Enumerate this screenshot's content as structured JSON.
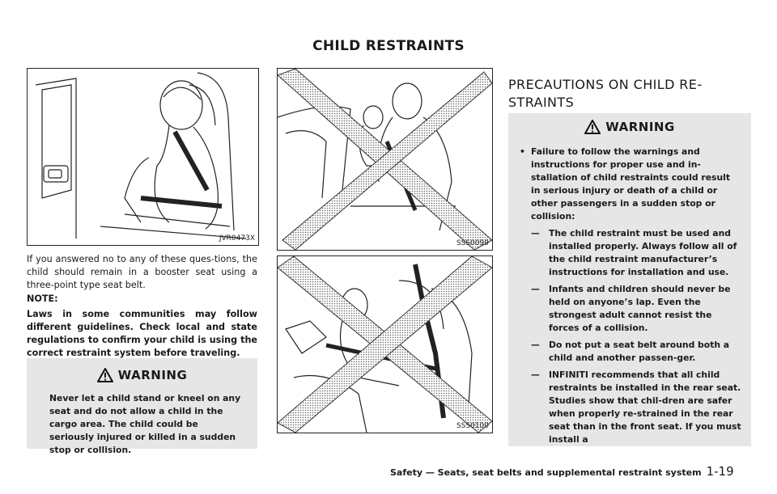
{
  "section_title": "CHILD RESTRAINTS",
  "figures": {
    "fig1_code": "JVR0473X",
    "fig2_code": "SSS0099",
    "fig3_code": "SSS0100"
  },
  "left": {
    "para1": "If you answered no to any of these ques-tions, the child should remain in a booster seat using a three-point type seat belt.",
    "note_label": "NOTE:",
    "note_text": "Laws in some communities may follow different guidelines. Check local and state regulations to confirm your child is using the correct restraint system before traveling.",
    "warning_title": "WARNING",
    "warning_text": "Never let a child stand or kneel on any seat and do not allow a child in the cargo area. The child could be seriously injured or killed in a sudden stop or collision."
  },
  "right": {
    "heading": "PRECAUTIONS ON CHILD RE-STRAINTS",
    "warning_title": "WARNING",
    "bullet": "Failure to follow the warnings and instructions for proper use and in-stallation of child restraints could result in serious injury or death of a child or other passengers in a sudden stop or collision:",
    "dashes": [
      "The child restraint must be used and installed properly. Always follow all of the child restraint manufacturer’s instructions for installation and use.",
      "Infants and children should never be held on anyone’s lap. Even the strongest adult cannot resist the forces of a collision.",
      "Do not put a seat belt around both a child and another passen-ger.",
      "INFINITI recommends that all child restraints be installed in the rear seat. Studies show that chil-dren are safer when properly re-strained in the rear seat than in the front seat. If you must install a"
    ]
  },
  "footer": {
    "text": "Safety — Seats, seat belts and supplemental restraint system",
    "page": "1-19"
  }
}
